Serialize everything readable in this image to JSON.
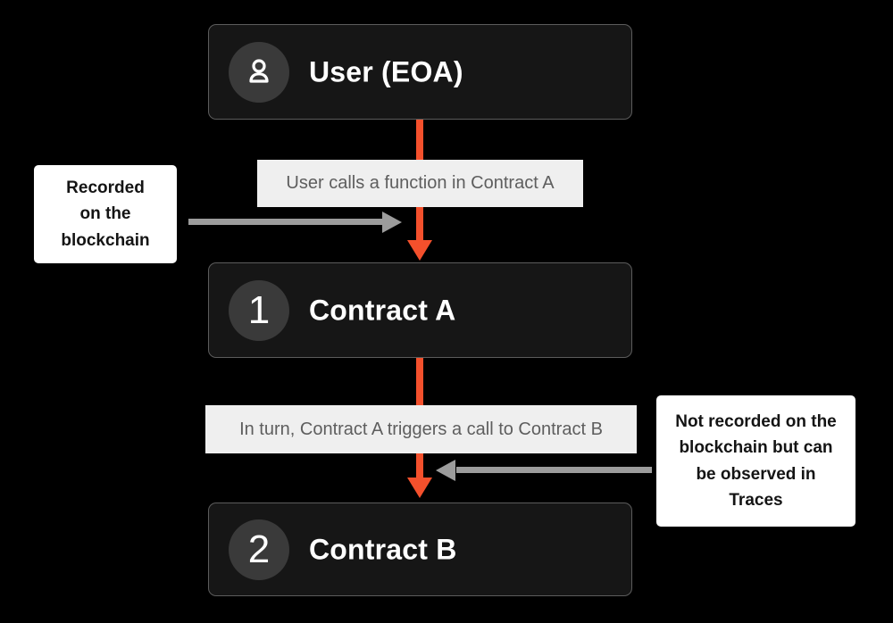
{
  "colors": {
    "accent_orange": "#F4502C",
    "arrow_gray": "#9C9C9C",
    "node_bg": "#161616",
    "badge_bg": "#3A3A3A",
    "label_bg": "#EFEFEF",
    "label_text": "#5E5E5E",
    "note_bg": "#FFFFFF",
    "note_border": "#000000",
    "note_text": "#141414",
    "page_bg": "#000000"
  },
  "nodes": [
    {
      "id": "user",
      "title": "User (EOA)",
      "badge_icon": "person-icon"
    },
    {
      "id": "contract-a",
      "title": "Contract A",
      "badge": "1"
    },
    {
      "id": "contract-b",
      "title": "Contract B",
      "badge": "2"
    }
  ],
  "edges": [
    {
      "from": "user",
      "to": "contract-a",
      "label": "User calls a function in Contract A"
    },
    {
      "from": "contract-a",
      "to": "contract-b",
      "label": "In turn, Contract A triggers a call to Contract B"
    }
  ],
  "notes": [
    {
      "side": "left",
      "text": "Recorded\non the\nblockchain"
    },
    {
      "side": "right",
      "text": "Not recorded on the\nblockchain but can\nbe observed in\nTraces"
    }
  ]
}
